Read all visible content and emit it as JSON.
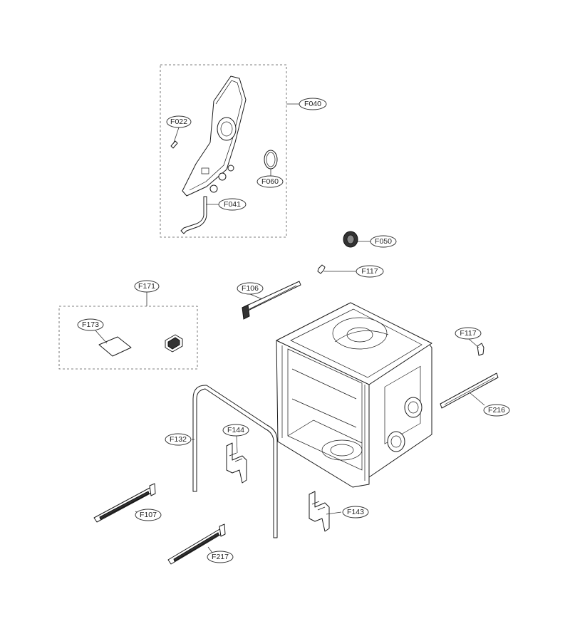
{
  "labels": {
    "F022": "F022",
    "F040": "F040",
    "F060": "F060",
    "F041": "F041",
    "F050": "F050",
    "F117_top": "F117",
    "F106": "F106",
    "F171": "F171",
    "F173": "F173",
    "F117_right": "F117",
    "F216": "F216",
    "F132": "F132",
    "F144": "F144",
    "F107": "F107",
    "F143": "F143",
    "F217": "F217"
  },
  "colors": {
    "line": "#1a1a1a",
    "background": "#ffffff"
  }
}
